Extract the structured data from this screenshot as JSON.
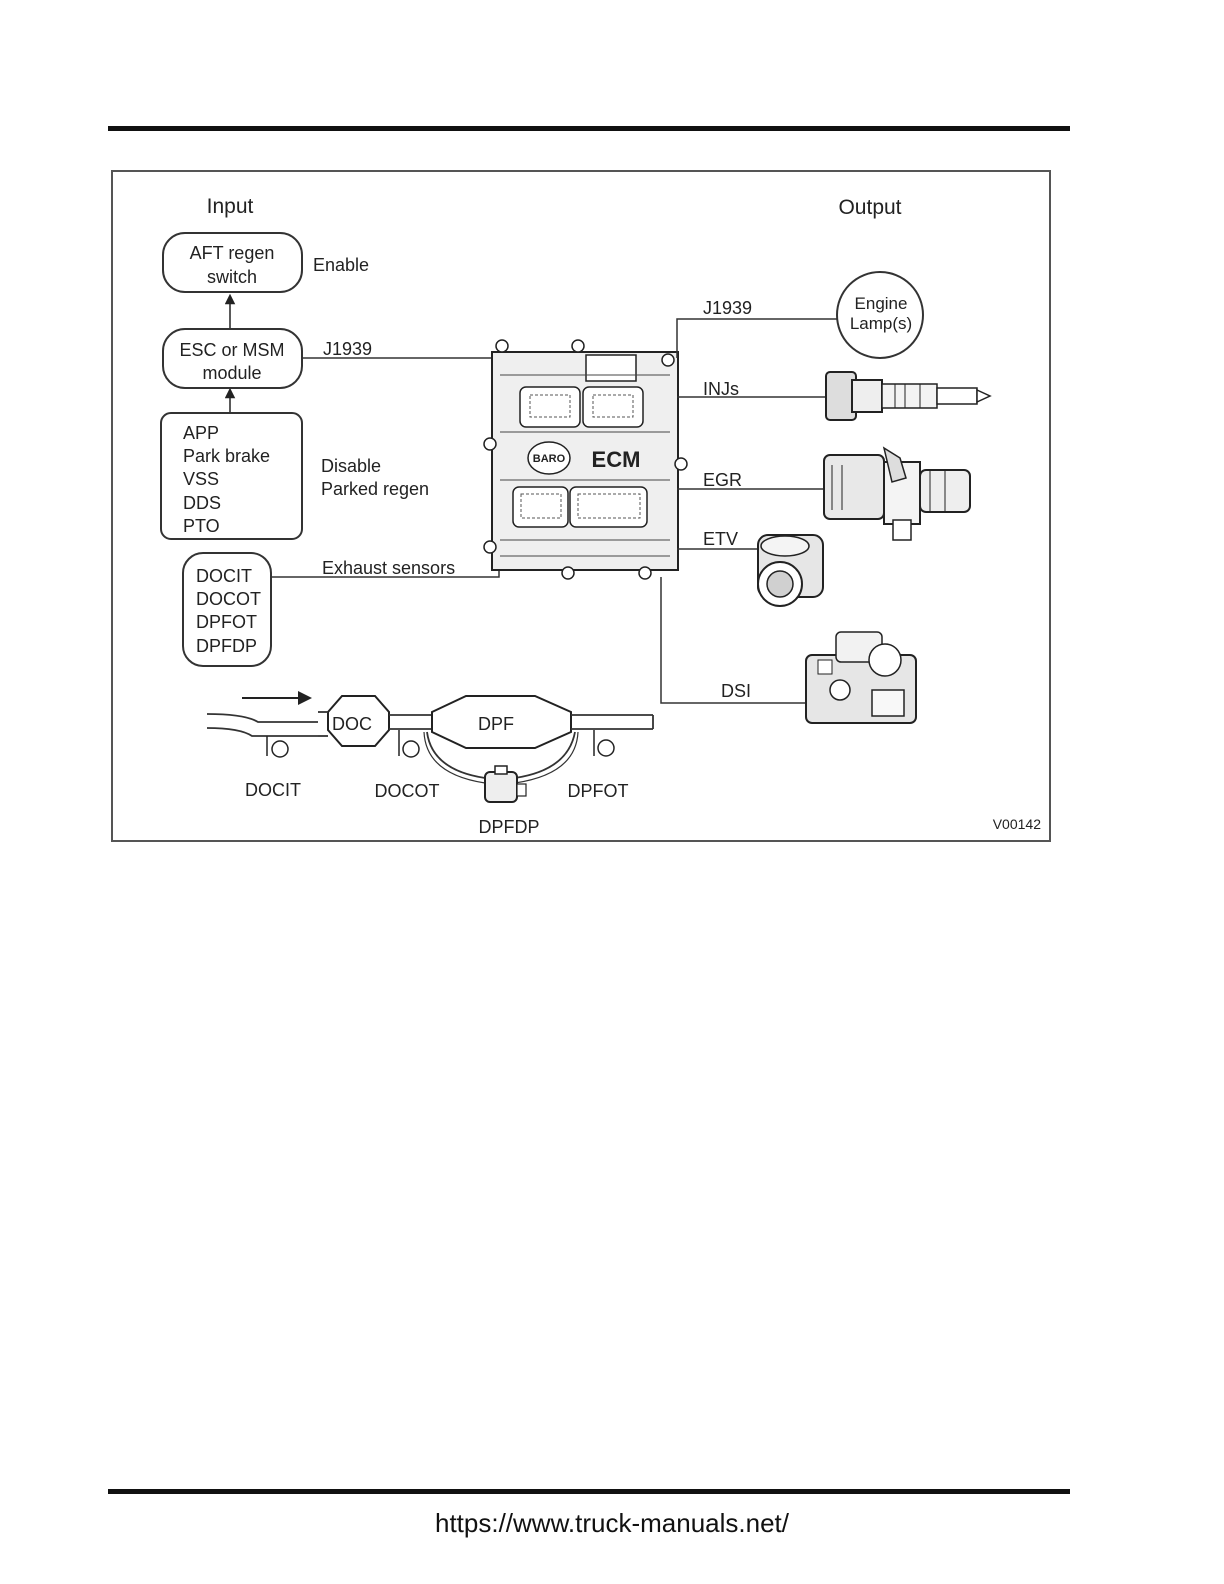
{
  "headings": {
    "input": "Input",
    "output": "Output"
  },
  "inputs": {
    "aft_regen_switch": [
      "AFT regen",
      "switch"
    ],
    "enable_label": "Enable",
    "esc_msm_module": [
      "ESC or MSM",
      "module"
    ],
    "j1939_input": "J1939",
    "disable_list": [
      "APP",
      "Park brake",
      "VSS",
      "DDS",
      "PTO"
    ],
    "disable_label": [
      "Disable",
      "Parked regen"
    ],
    "exhaust_list": [
      "DOCIT",
      "DOCOT",
      "DPFOT",
      "DPFDP"
    ],
    "exhaust_label": "Exhaust sensors"
  },
  "ecm": {
    "label": "ECM",
    "logo": "BARO"
  },
  "outputs": {
    "j1939_output": "J1939",
    "engine_lamps": [
      "Engine",
      "Lamp(s)"
    ],
    "injectors": "INJs",
    "egr": "EGR",
    "etv": "ETV",
    "dsi": "DSI"
  },
  "exhaust_system": {
    "doc": "DOC",
    "dpf": "DPF",
    "sensors": {
      "docit": "DOCIT",
      "docot": "DOCOT",
      "dpfot": "DPFOT",
      "dpfdp": "DPFDP"
    }
  },
  "figure_id": "V00142",
  "footer_url": "https://www.truck-manuals.net/"
}
